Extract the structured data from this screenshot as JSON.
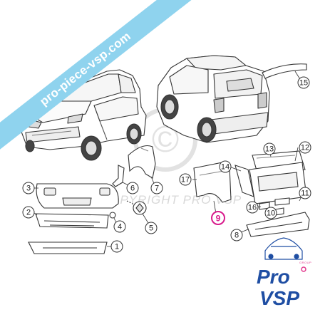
{
  "watermark": {
    "ribbon_text": "pro-piece-vsp.com",
    "copyright_text": "COPYRIGHT PRO VSP",
    "symbol": "©"
  },
  "callouts": [
    "1",
    "2",
    "3",
    "4",
    "5",
    "6",
    "7",
    "8",
    "9",
    "10",
    "11",
    "12",
    "13",
    "14",
    "15",
    "16",
    "17"
  ],
  "highlighted_callout": "9",
  "brand": {
    "small_label": "GROUP",
    "line1": "Pro",
    "line2": "VSP"
  },
  "colors": {
    "ribbon": "#8fd3ee",
    "highlight": "#d81b8c",
    "brand_blue": "#1f4ea3",
    "brand_pink": "#e23b8f"
  }
}
